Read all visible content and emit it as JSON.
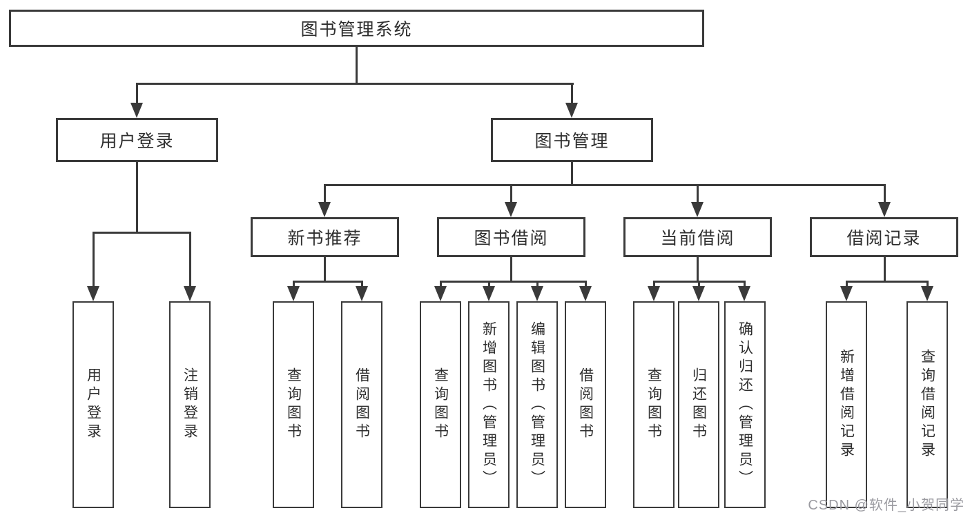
{
  "diagram": {
    "root": {
      "label": "图书管理系统"
    },
    "branches": [
      {
        "label": "用户登录",
        "children": [
          {
            "label": "用户登录"
          },
          {
            "label": "注销登录"
          }
        ]
      },
      {
        "label": "图书管理",
        "children": [
          {
            "label": "新书推荐",
            "children": [
              {
                "label": "查询图书"
              },
              {
                "label": "借阅图书"
              }
            ]
          },
          {
            "label": "图书借阅",
            "children": [
              {
                "label": "查询图书"
              },
              {
                "label": "新增图书（管理员）"
              },
              {
                "label": "编辑图书（管理员）"
              },
              {
                "label": "借阅图书"
              }
            ]
          },
          {
            "label": "当前借阅",
            "children": [
              {
                "label": "查询图书"
              },
              {
                "label": "归还图书"
              },
              {
                "label": "确认归还（管理员）"
              }
            ]
          },
          {
            "label": "借阅记录",
            "children": [
              {
                "label": "新增借阅记录"
              },
              {
                "label": "查询借阅记录"
              }
            ]
          }
        ]
      }
    ]
  },
  "watermark": {
    "text": "CSDN @软件_小贺同学"
  },
  "colors": {
    "line": "#3a3a3a",
    "text": "#2e2e2e",
    "watermark": "#9a9aa0",
    "background": "#ffffff"
  }
}
